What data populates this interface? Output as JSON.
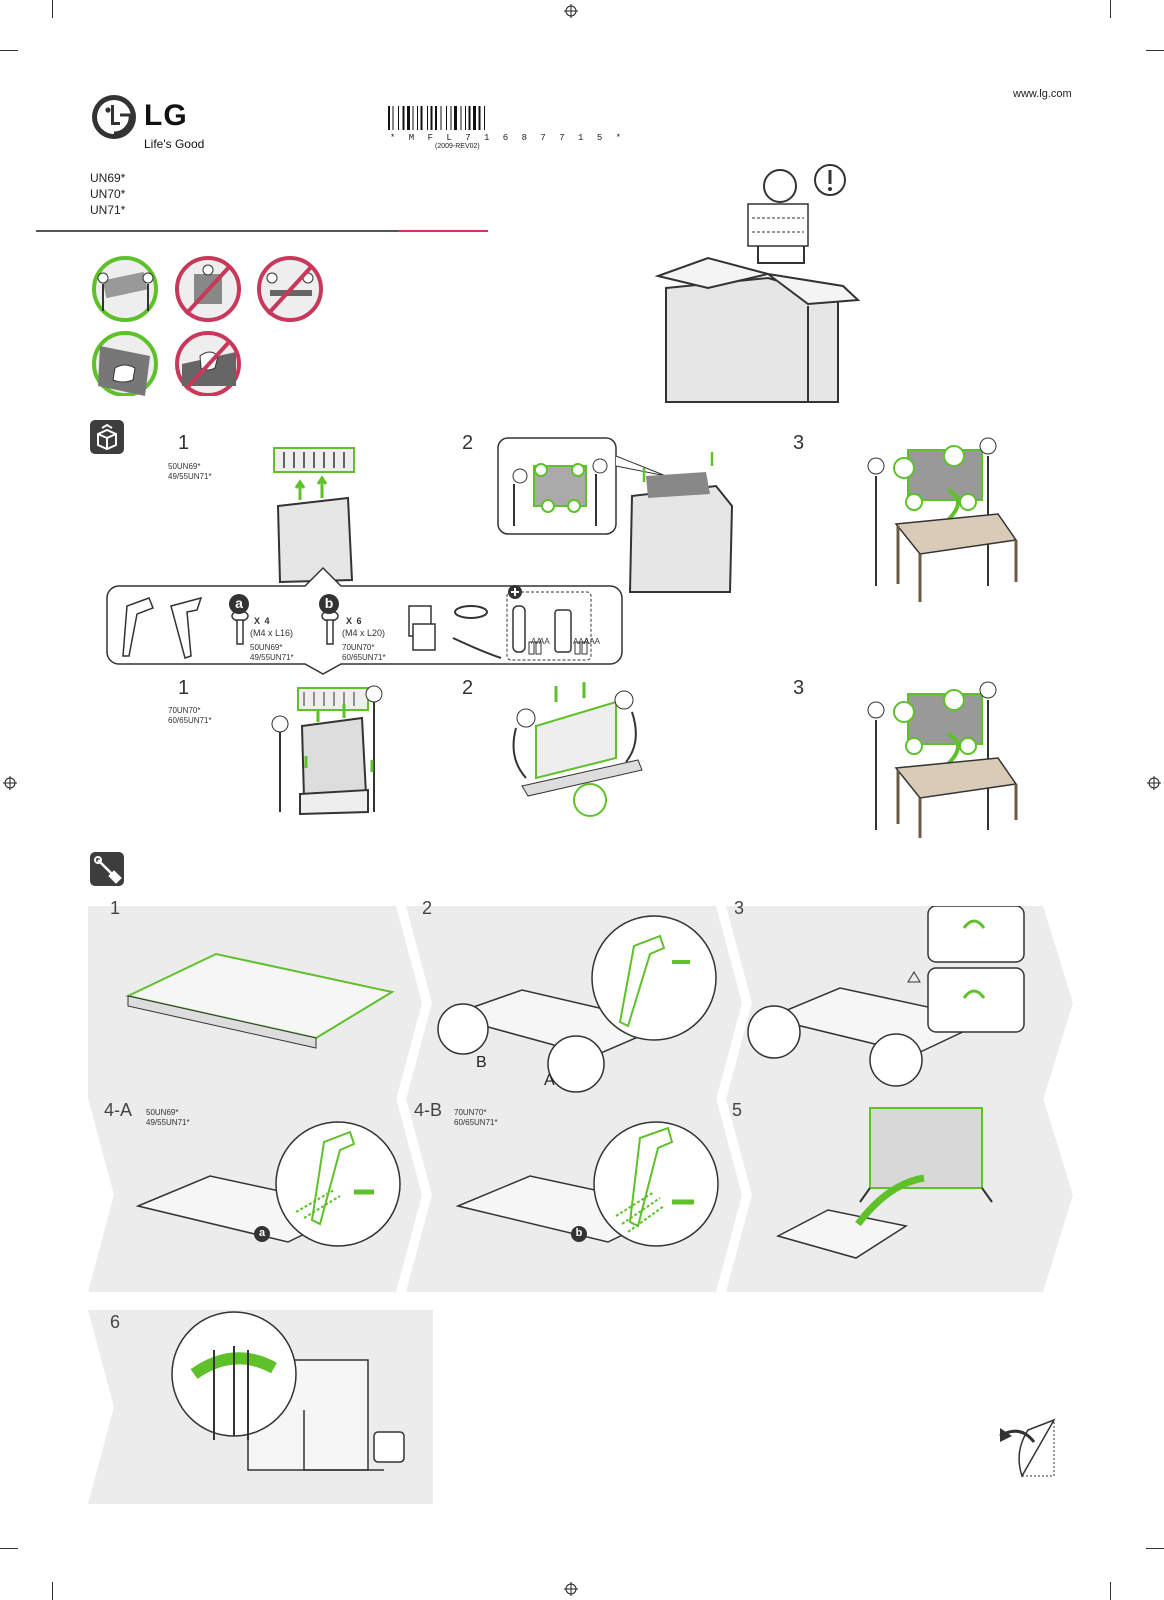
{
  "brand": {
    "name": "LG",
    "tagline": "Life's Good"
  },
  "website": "www.lg.com",
  "barcode": {
    "code": "* M F L 7 1 6 8 7 7 1 5 *",
    "revision": "(2009-REV02)"
  },
  "models": [
    "UN69*",
    "UN70*",
    "UN71*"
  ],
  "unpacking": {
    "row1": {
      "steps": [
        "1",
        "2",
        "3"
      ],
      "models_label": "50UN69*\n49/55UN71*"
    },
    "row2": {
      "steps": [
        "1",
        "2",
        "3"
      ],
      "models_label": "70UN70*\n60/65UN71*"
    }
  },
  "components": {
    "screw_a": {
      "tag": "a",
      "qty": "X 4",
      "size": "(M4 x L16)",
      "models": "50UN69*\n49/55UN71*"
    },
    "screw_b": {
      "tag": "b",
      "qty": "X 6",
      "size": "(M4 x L20)",
      "models": "70UN70*\n60/65UN71*"
    },
    "remote_batteries": [
      "AA",
      "AA",
      "AAA",
      "AAA"
    ]
  },
  "assembly": {
    "steps": [
      {
        "num": "1"
      },
      {
        "num": "2",
        "labels": [
          "B",
          "A"
        ]
      },
      {
        "num": "3"
      },
      {
        "num": "4-A",
        "models": "50UN69*\n49/55UN71*",
        "screw_tag": "a"
      },
      {
        "num": "4-B",
        "models": "70UN70*\n60/65UN71*",
        "screw_tag": "b"
      },
      {
        "num": "5"
      },
      {
        "num": "6"
      }
    ]
  },
  "colors": {
    "accent_green": "#5ec12a",
    "warning_red": "#c8385b",
    "panel_gray": "#ececec",
    "dark": "#3d3d3d"
  }
}
